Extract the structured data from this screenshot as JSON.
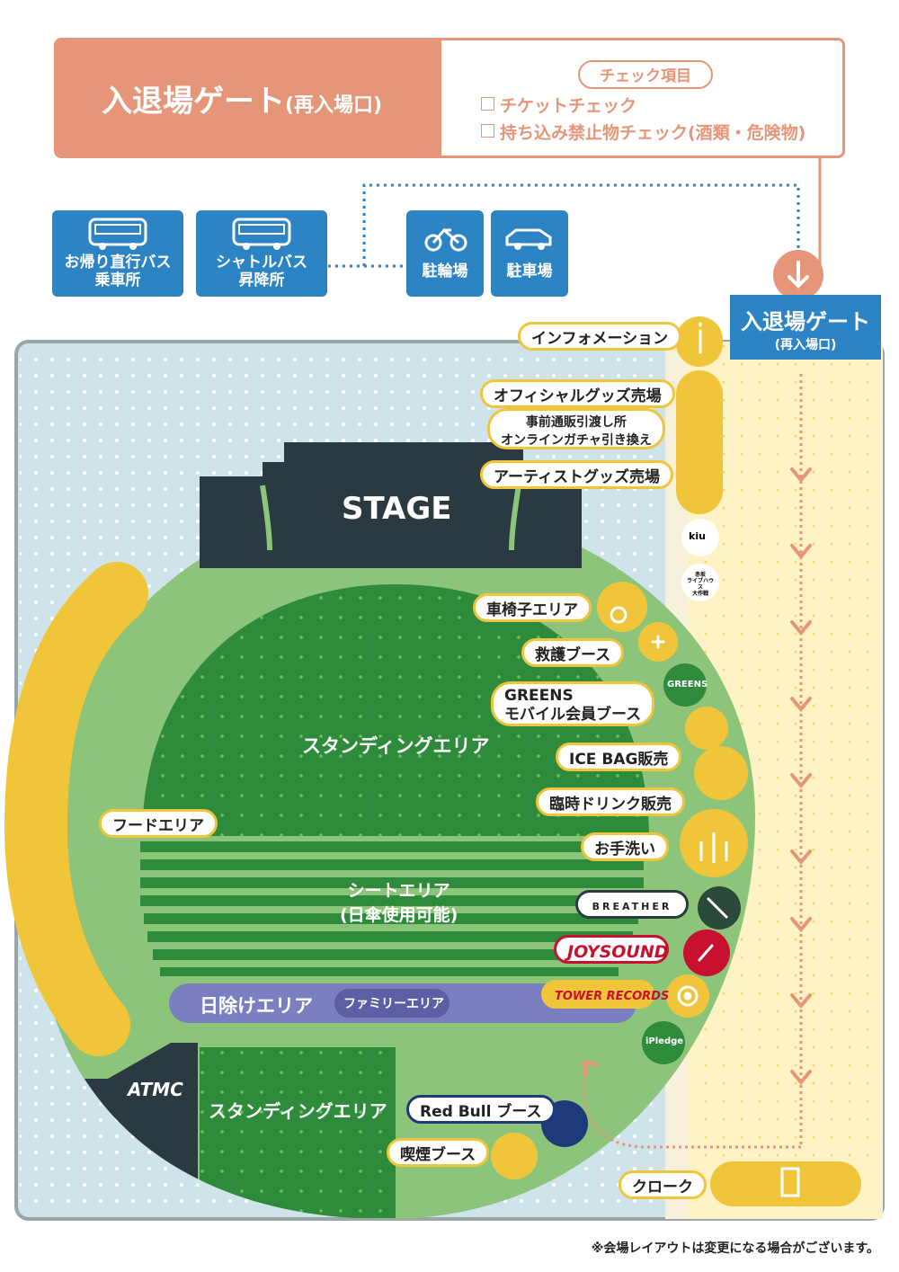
{
  "gate_header": {
    "title": "入退場ゲート",
    "title_sub": "(再入場口)",
    "check_label": "チェック項目",
    "check_items": [
      "チケットチェック",
      "持ち込み禁止物チェック(酒類・危険物)"
    ]
  },
  "transport": {
    "bus_direct": [
      "お帰り直行バス",
      "乗車所"
    ],
    "bus_shuttle": [
      "シャトルバス",
      "昇降所"
    ],
    "bicycle": "駐輪場",
    "car": "駐車場"
  },
  "gate_marker": {
    "title": "入退場ゲート",
    "sub": "(再入場口)"
  },
  "stage_label": "STAGE",
  "areas": {
    "standing_main": "スタンディングエリア",
    "seat": [
      "シートエリア",
      "(日傘使用可能)"
    ],
    "shade": "日除けエリア",
    "family": "ファミリーエリア",
    "standing_lower": "スタンディングエリア",
    "atm": "ATMC"
  },
  "services": {
    "information": "インフォメーション",
    "official_goods": "オフィシャルグッズ売場",
    "pre_order": [
      "事前通販引渡し所",
      "オンラインガチャ引き換え"
    ],
    "artist_goods": "アーティストグッズ売場",
    "kiu": "kiu",
    "livehouse": [
      "赤坂",
      "ライブハウス",
      "大作戦"
    ],
    "wheelchair": "車椅子エリア",
    "first_aid": "救護ブース",
    "greens": [
      "GREENS",
      "モバイル会員ブース"
    ],
    "greens_logo": "GREENS",
    "ice_bag": "ICE BAG販売",
    "drink": "臨時ドリンク販売",
    "toilet": "お手洗い",
    "breather": "BREATHER",
    "joysound": "JOYSOUND",
    "tower": "TOWER RECORDS",
    "ipledge": "iPledge",
    "redbull": "Red Bull ブース",
    "smoking": "喫煙ブース",
    "cloak": "クローク",
    "food": "フードエリア"
  },
  "footer_note": "※会場レイアウトは変更になる場合がございます。",
  "colors": {
    "gate_salmon": "#e59678",
    "blue": "#2d84c4",
    "yellow": "#f0c53a",
    "field_green": "#8cc47a",
    "dark_green": "#2e8b3c",
    "stage": "#2b3a40",
    "shade": "#7b7fbf",
    "sky": "#cfe3ea",
    "path_yellow": "#fff2c4"
  }
}
